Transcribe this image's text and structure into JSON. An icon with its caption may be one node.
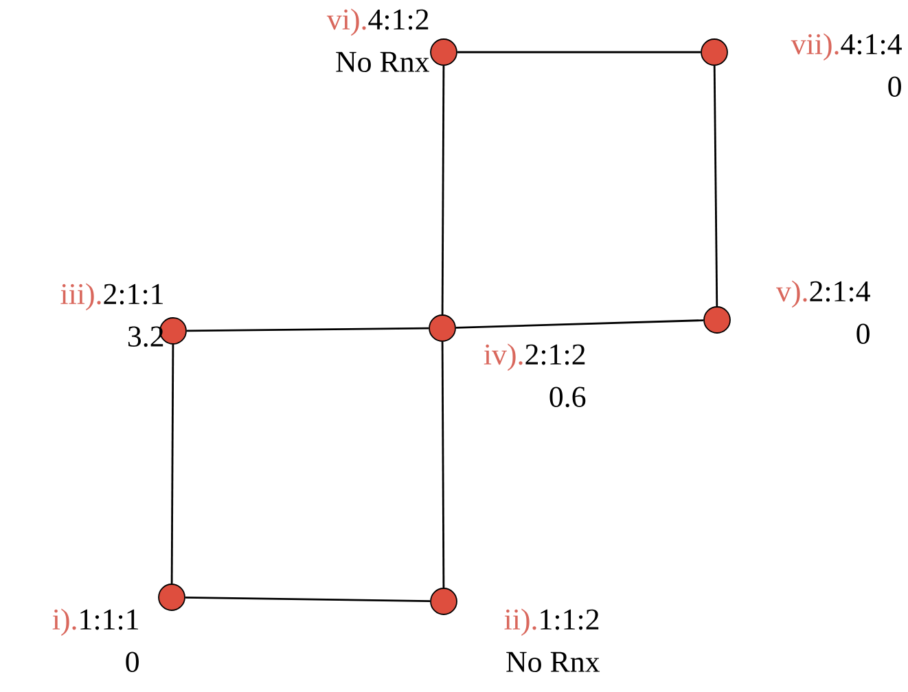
{
  "diagram": {
    "nodes": [
      {
        "text": [],
        "shape": "circle",
        "beside": [
          "vi).",
          "4:1:2",
          "No Rnx"
        ]
      },
      {
        "text": [],
        "shape": "circle",
        "beside": [
          "vii).",
          "4:1:4",
          "0"
        ]
      },
      {
        "text": [],
        "shape": "circle",
        "beside": [
          "iii).",
          "2:1:1",
          "3.2"
        ]
      },
      {
        "text": [],
        "shape": "circle",
        "beside": [
          "iv).",
          "2:1:2",
          "0.6"
        ]
      },
      {
        "text": [],
        "shape": "circle",
        "beside": [
          "v).",
          "2:1:4",
          "0"
        ]
      },
      {
        "text": [],
        "shape": "circle",
        "beside": [
          "i).",
          "1:1:1",
          "0"
        ]
      },
      {
        "text": [],
        "shape": "circle",
        "beside": [
          "ii).",
          "1:1:2",
          "No Rnx"
        ]
      }
    ],
    "edges": [
      {
        "from": 0,
        "to": 1,
        "arrow": "none"
      },
      {
        "from": 0,
        "to": 3,
        "arrow": "none"
      },
      {
        "from": 1,
        "to": 4,
        "arrow": "none"
      },
      {
        "from": 2,
        "to": 3,
        "arrow": "none"
      },
      {
        "from": 3,
        "to": 4,
        "arrow": "none"
      },
      {
        "from": 2,
        "to": 5,
        "arrow": "none"
      },
      {
        "from": 3,
        "to": 6,
        "arrow": "none"
      },
      {
        "from": 5,
        "to": 6,
        "arrow": "none"
      }
    ]
  }
}
